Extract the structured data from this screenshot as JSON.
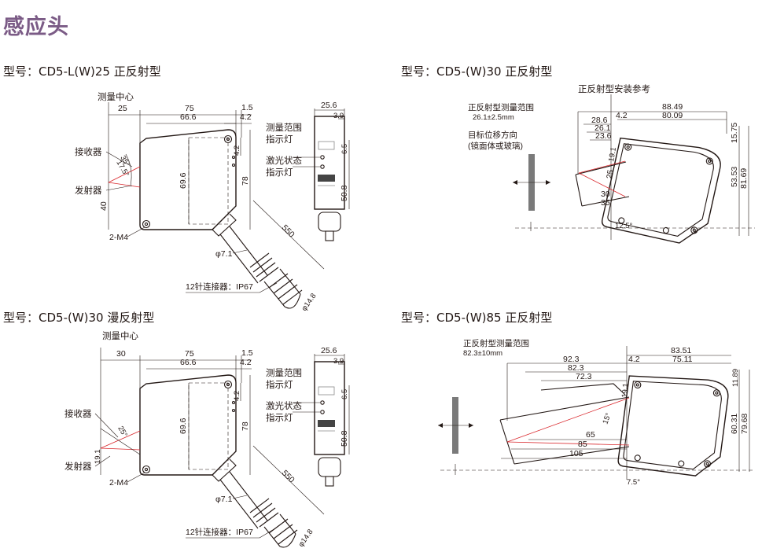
{
  "title": "感应头",
  "panels": [
    {
      "title": "型号：CD5-L(W)25  正反射型",
      "labels": {
        "center": "测量中心",
        "receiver": "接收器",
        "emitter": "发射器",
        "mount": "2-M4",
        "range_led_1": "测量范围",
        "range_led_2": "指示灯",
        "laser_led_1": "激光状态",
        "laser_led_2": "指示灯",
        "connector": "12针连接器：IP67",
        "cable_dia": "φ7.1",
        "conn_dia": "φ14.8"
      },
      "dims": {
        "d25": "25",
        "d75": "75",
        "d15": "1.5",
        "d666": "66.6",
        "d42": "4.2",
        "d256": "25.6",
        "d39": "3.9",
        "ang35": "35°",
        "ang175": "17.5°",
        "d696": "69.6",
        "d42v": "4.2",
        "d78": "78",
        "d40": "40",
        "d65": "6.5",
        "d508": "50.8",
        "d550": "550"
      }
    },
    {
      "title": "型号：CD5-(W)30  正反射型",
      "labels": {
        "install_ref": "正反射型安装参考",
        "range_1": "正反射型测量范围",
        "range_2": "26.1±2.5mm",
        "dir_1": "目标位移方向",
        "dir_2": "(镜面体或玻璃)"
      },
      "dims": {
        "d8849": "88.49",
        "d286": "28.6",
        "d42": "4.2",
        "d261": "26.1",
        "d8009": "80.09",
        "d236": "23.6",
        "d191": "19.1",
        "d1575": "15.75",
        "d5353": "53.53",
        "d8169": "81.69",
        "d25": "25",
        "d30": "30",
        "d35": "35",
        "ang125": "12.5°"
      }
    },
    {
      "title": "型号：CD5-(W)30  漫反射型",
      "labels": {
        "center": "测量中心",
        "receiver": "接收器",
        "emitter": "发射器",
        "mount": "2-M4",
        "range_led_1": "测量范围",
        "range_led_2": "指示灯",
        "laser_led_1": "激光状态",
        "laser_led_2": "指示灯",
        "connector": "12针连接器：IP67",
        "cable_dia": "φ7.1",
        "conn_dia": "φ14.8"
      },
      "dims": {
        "d30": "30",
        "d75": "75",
        "d15": "1.5",
        "d666": "66.6",
        "d42": "4.2",
        "d256": "25.6",
        "d39": "3.9",
        "ang25": "25°",
        "d191": "19.1",
        "d696": "69.6",
        "d42v": "4.2",
        "d78": "78",
        "d65": "6.5",
        "d508": "50.8",
        "d550": "550"
      }
    },
    {
      "title": "型号：CD5-(W)85  正反射型",
      "labels": {
        "range_1": "正反射型测量范围",
        "range_2": "82.3±10mm"
      },
      "dims": {
        "d8351": "83.51",
        "d923": "92.3",
        "d42": "4.2",
        "d7511": "75.11",
        "d823": "82.3",
        "d723": "72.3",
        "d191": "19.1",
        "d1189": "11.89",
        "ang15": "15°",
        "d65": "65",
        "d85": "85",
        "d105": "105",
        "d6031": "60.31",
        "d7968": "79.68",
        "ang75": "7.5°"
      }
    }
  ]
}
